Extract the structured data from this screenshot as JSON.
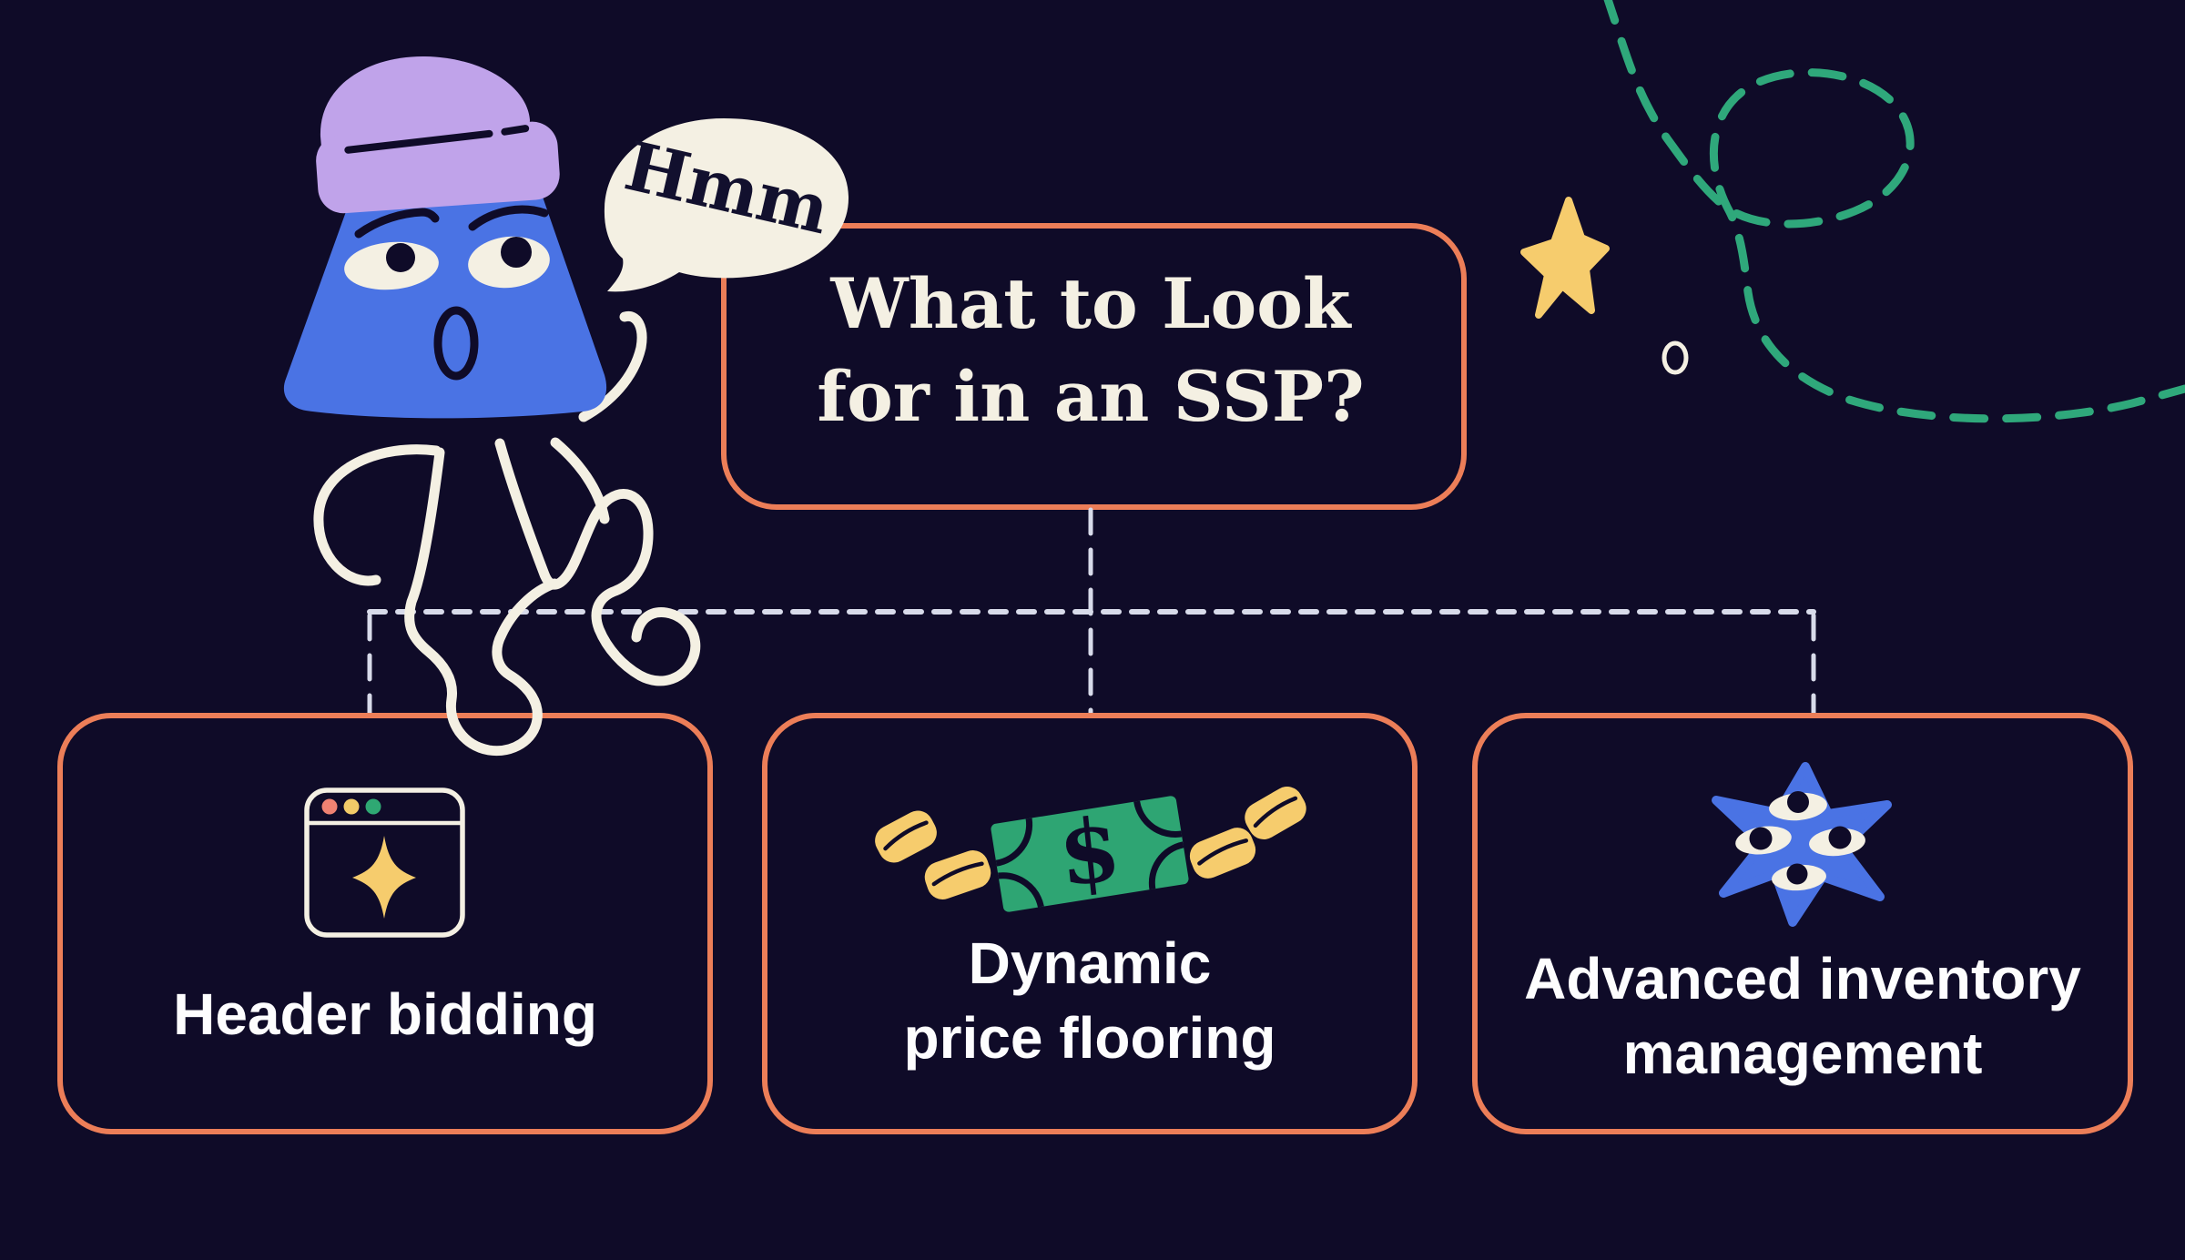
{
  "infographic": {
    "speech_bubble": {
      "text": "Hmm"
    },
    "title_box": {
      "line1": "What to Look",
      "line2": "for in an SSP?"
    },
    "cards": [
      {
        "label": "Header bidding",
        "icon": "browser-sparkle-icon"
      },
      {
        "label_line1": "Dynamic",
        "label_line2": "price flooring",
        "icon": "dollar-bill-coins-icon",
        "currency_symbol": "$"
      },
      {
        "label_line1": "Advanced inventory",
        "label_line2": "management",
        "icon": "starburst-eyes-icon"
      }
    ],
    "decorations": [
      "thinking-mascot-character",
      "teal-dashed-squiggle",
      "yellow-star",
      "small-circle-outline",
      "dashed-connector-lines"
    ],
    "colors": {
      "background": "#0F0B28",
      "card_border_orange": "#EC7E58",
      "cream": "#F4F0E3",
      "mascot_blue": "#4A73E4",
      "hat_purple": "#C0A3EA",
      "squiggle_teal": "#2FA87B",
      "star_coin_yellow": "#F6CC6D",
      "bill_green": "#2EA573",
      "connector_lavender": "#D8DBEA",
      "label_white": "#FDFDFE"
    }
  }
}
